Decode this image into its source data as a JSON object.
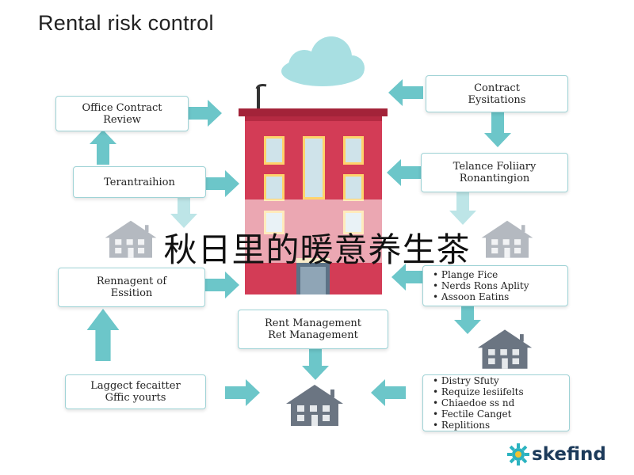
{
  "title": "Rental risk control",
  "boxes": {
    "office_contract_review": [
      "Office Contract",
      "Review"
    ],
    "terantraihion": [
      "Terantraihion"
    ],
    "rennegent_of_essition": [
      "Rennagent of",
      "Essition"
    ],
    "laggect_fecaitter": [
      "Laggect fecaitter",
      "Gffic yourts"
    ],
    "contract_eysitations": [
      "Contract",
      "Eysitations"
    ],
    "telance_foliary": [
      "Telance Foliiary",
      "Ronantingion"
    ],
    "plange_fice": [
      "Plange Fice",
      "Nerds Rons Aplity",
      "Assoon Eatins"
    ],
    "rent_management": [
      "Rent Management",
      "Ret Management"
    ],
    "distry_safuty": [
      "Distry Sfuty",
      "Requize lesiifelts",
      "Chiaedoe ss nd",
      "Fectile Canget",
      "Replitions"
    ]
  },
  "overlay_text": "秋日里的暖意养生茶",
  "logo": {
    "text": "skefind",
    "icon": "sun-gear-icon"
  },
  "colors": {
    "accent": "#6cc6c9",
    "building": "#d33c56",
    "house": "#6b7582"
  }
}
